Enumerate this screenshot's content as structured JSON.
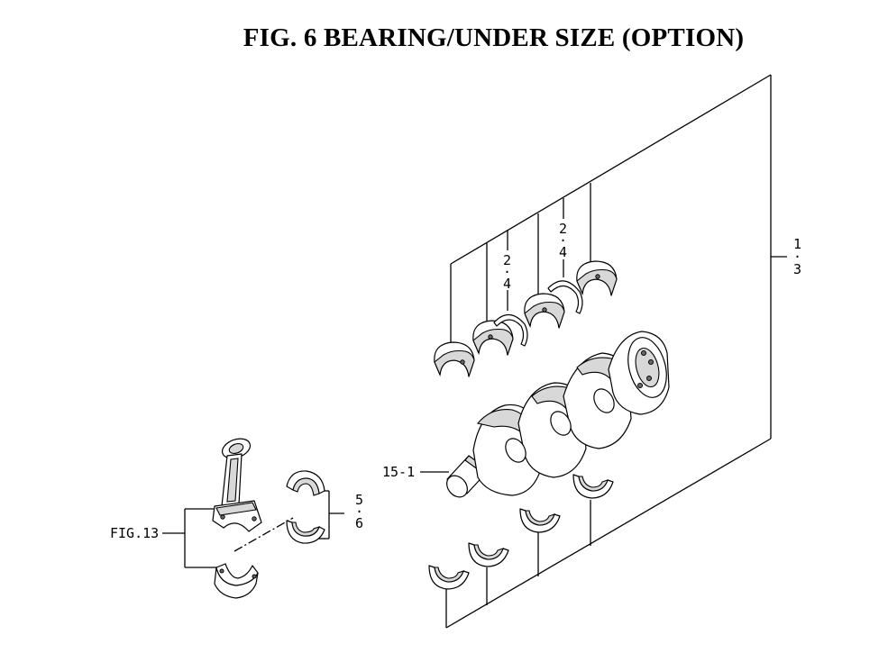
{
  "title": "FIG. 6  BEARING/UNDER SIZE (OPTION)",
  "callouts": {
    "main_bearing_top": "1",
    "main_bearing_dot": "·",
    "main_bearing_bottom": "3",
    "thrust_a_top": "2",
    "thrust_a_dot": "·",
    "thrust_a_bottom": "4",
    "thrust_b_top": "2",
    "thrust_b_dot": "·",
    "thrust_b_bottom": "4",
    "crank_bearing_top": "5",
    "crank_bearing_dot": "·",
    "crank_bearing_bottom": "6",
    "crankshaft": "15-1",
    "connecting_rod_ref": "FIG.13"
  }
}
